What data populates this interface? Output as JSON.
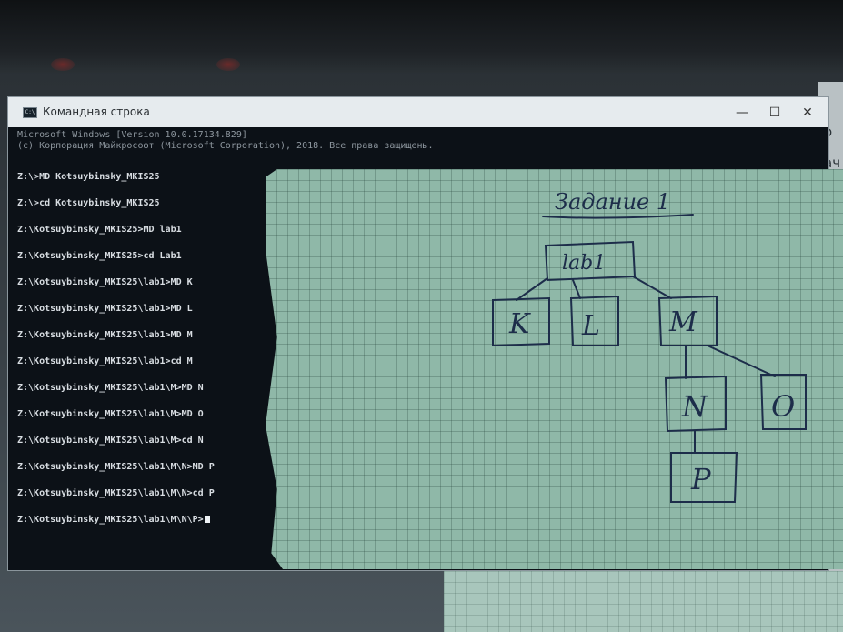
{
  "window": {
    "title": "Командная строка",
    "icon_text": "C:\\",
    "buttons": {
      "minimize": "—",
      "maximize": "☐",
      "close": "✕"
    }
  },
  "console": {
    "header_line1": "Microsoft Windows [Version 10.0.17134.829]",
    "header_line2": "(с) Корпорация Майкрософт (Microsoft Corporation), 2018. Все права защищены.",
    "lines": [
      "Z:\\>MD Kotsuybinsky_MKIS25",
      "Z:\\>cd Kotsuybinsky_MKIS25",
      "Z:\\Kotsuybinsky_MKIS25>MD lab1",
      "Z:\\Kotsuybinsky_MKIS25>cd Lab1",
      "Z:\\Kotsuybinsky_MKIS25\\lab1>MD K",
      "Z:\\Kotsuybinsky_MKIS25\\lab1>MD L",
      "Z:\\Kotsuybinsky_MKIS25\\lab1>MD M",
      "Z:\\Kotsuybinsky_MKIS25\\lab1>cd M",
      "Z:\\Kotsuybinsky_MKIS25\\lab1\\M>MD N",
      "Z:\\Kotsuybinsky_MKIS25\\lab1\\M>MD O",
      "Z:\\Kotsuybinsky_MKIS25\\lab1\\M>cd N",
      "Z:\\Kotsuybinsky_MKIS25\\lab1\\M\\N>MD P",
      "Z:\\Kotsuybinsky_MKIS25\\lab1\\M\\N>cd P",
      "Z:\\Kotsuybinsky_MKIS25\\lab1\\M\\N\\P>"
    ]
  },
  "sketch": {
    "heading": "Задание 1",
    "nodes": {
      "root": "lab1",
      "k": "K",
      "l": "L",
      "m": "M",
      "n": "N",
      "o": "O",
      "p": "P"
    }
  },
  "background_app": {
    "fragment1": "о",
    "fragment2": "ач"
  },
  "colors": {
    "console_bg": "#0c1117",
    "console_text": "#d8dde2",
    "titlebar": "#e6ebee",
    "paper": "#8fb8a8",
    "ink": "#1d2d4a"
  }
}
